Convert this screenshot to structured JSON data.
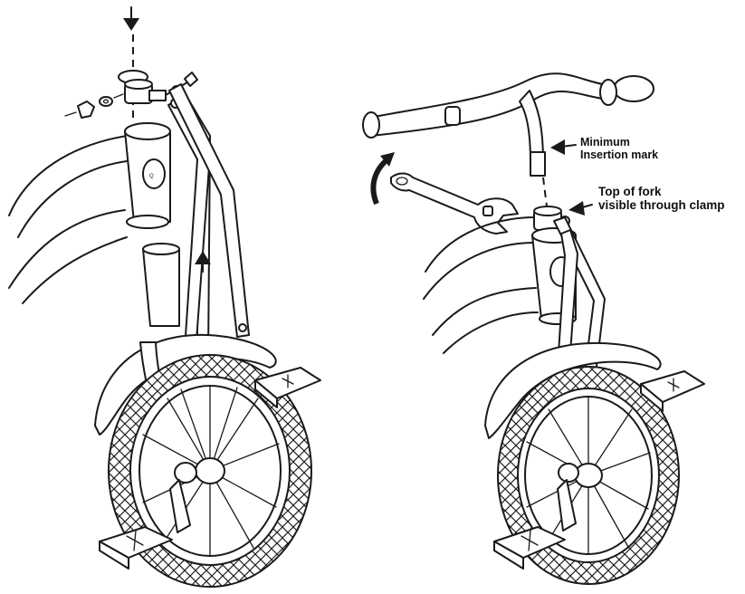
{
  "callouts": {
    "minimum_insertion": [
      "Minimum",
      "Insertion mark"
    ],
    "top_of_fork": [
      "Top of fork",
      "visible through clamp"
    ]
  },
  "colors": {
    "ink": "#1a1a1a",
    "background": "#ffffff"
  }
}
